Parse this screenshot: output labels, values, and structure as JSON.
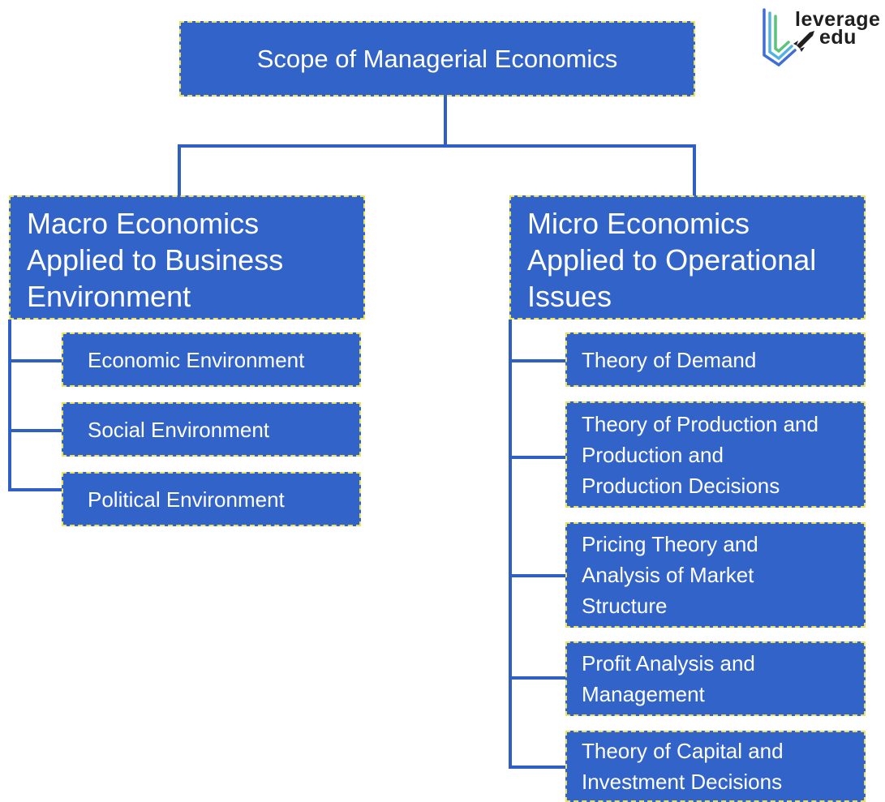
{
  "root": "Scope of Managerial Economics",
  "macro": {
    "title_lines": [
      "Macro Economics",
      "Applied to Business",
      "Environment"
    ],
    "items": [
      "Economic Environment",
      "Social Environment",
      "Political Environment"
    ]
  },
  "micro": {
    "title_lines": [
      "Micro Economics",
      "Applied to Operational",
      "Issues"
    ],
    "items": [
      [
        "Theory of Demand"
      ],
      [
        "Theory of Production and",
        "Production and",
        "Production Decisions"
      ],
      [
        "Pricing Theory and",
        "Analysis of Market",
        "Structure"
      ],
      [
        "Profit Analysis and",
        "Management"
      ],
      [
        "Theory of Capital and",
        "Investment Decisions"
      ]
    ]
  },
  "logo": {
    "line1": "leverage",
    "line2": "edu",
    "icon": "rocket-icon"
  },
  "colors": {
    "box_fill": "#3263c9",
    "box_border": "#e9e25a",
    "connector": "#2f5fc4",
    "text": "#ffffff"
  }
}
